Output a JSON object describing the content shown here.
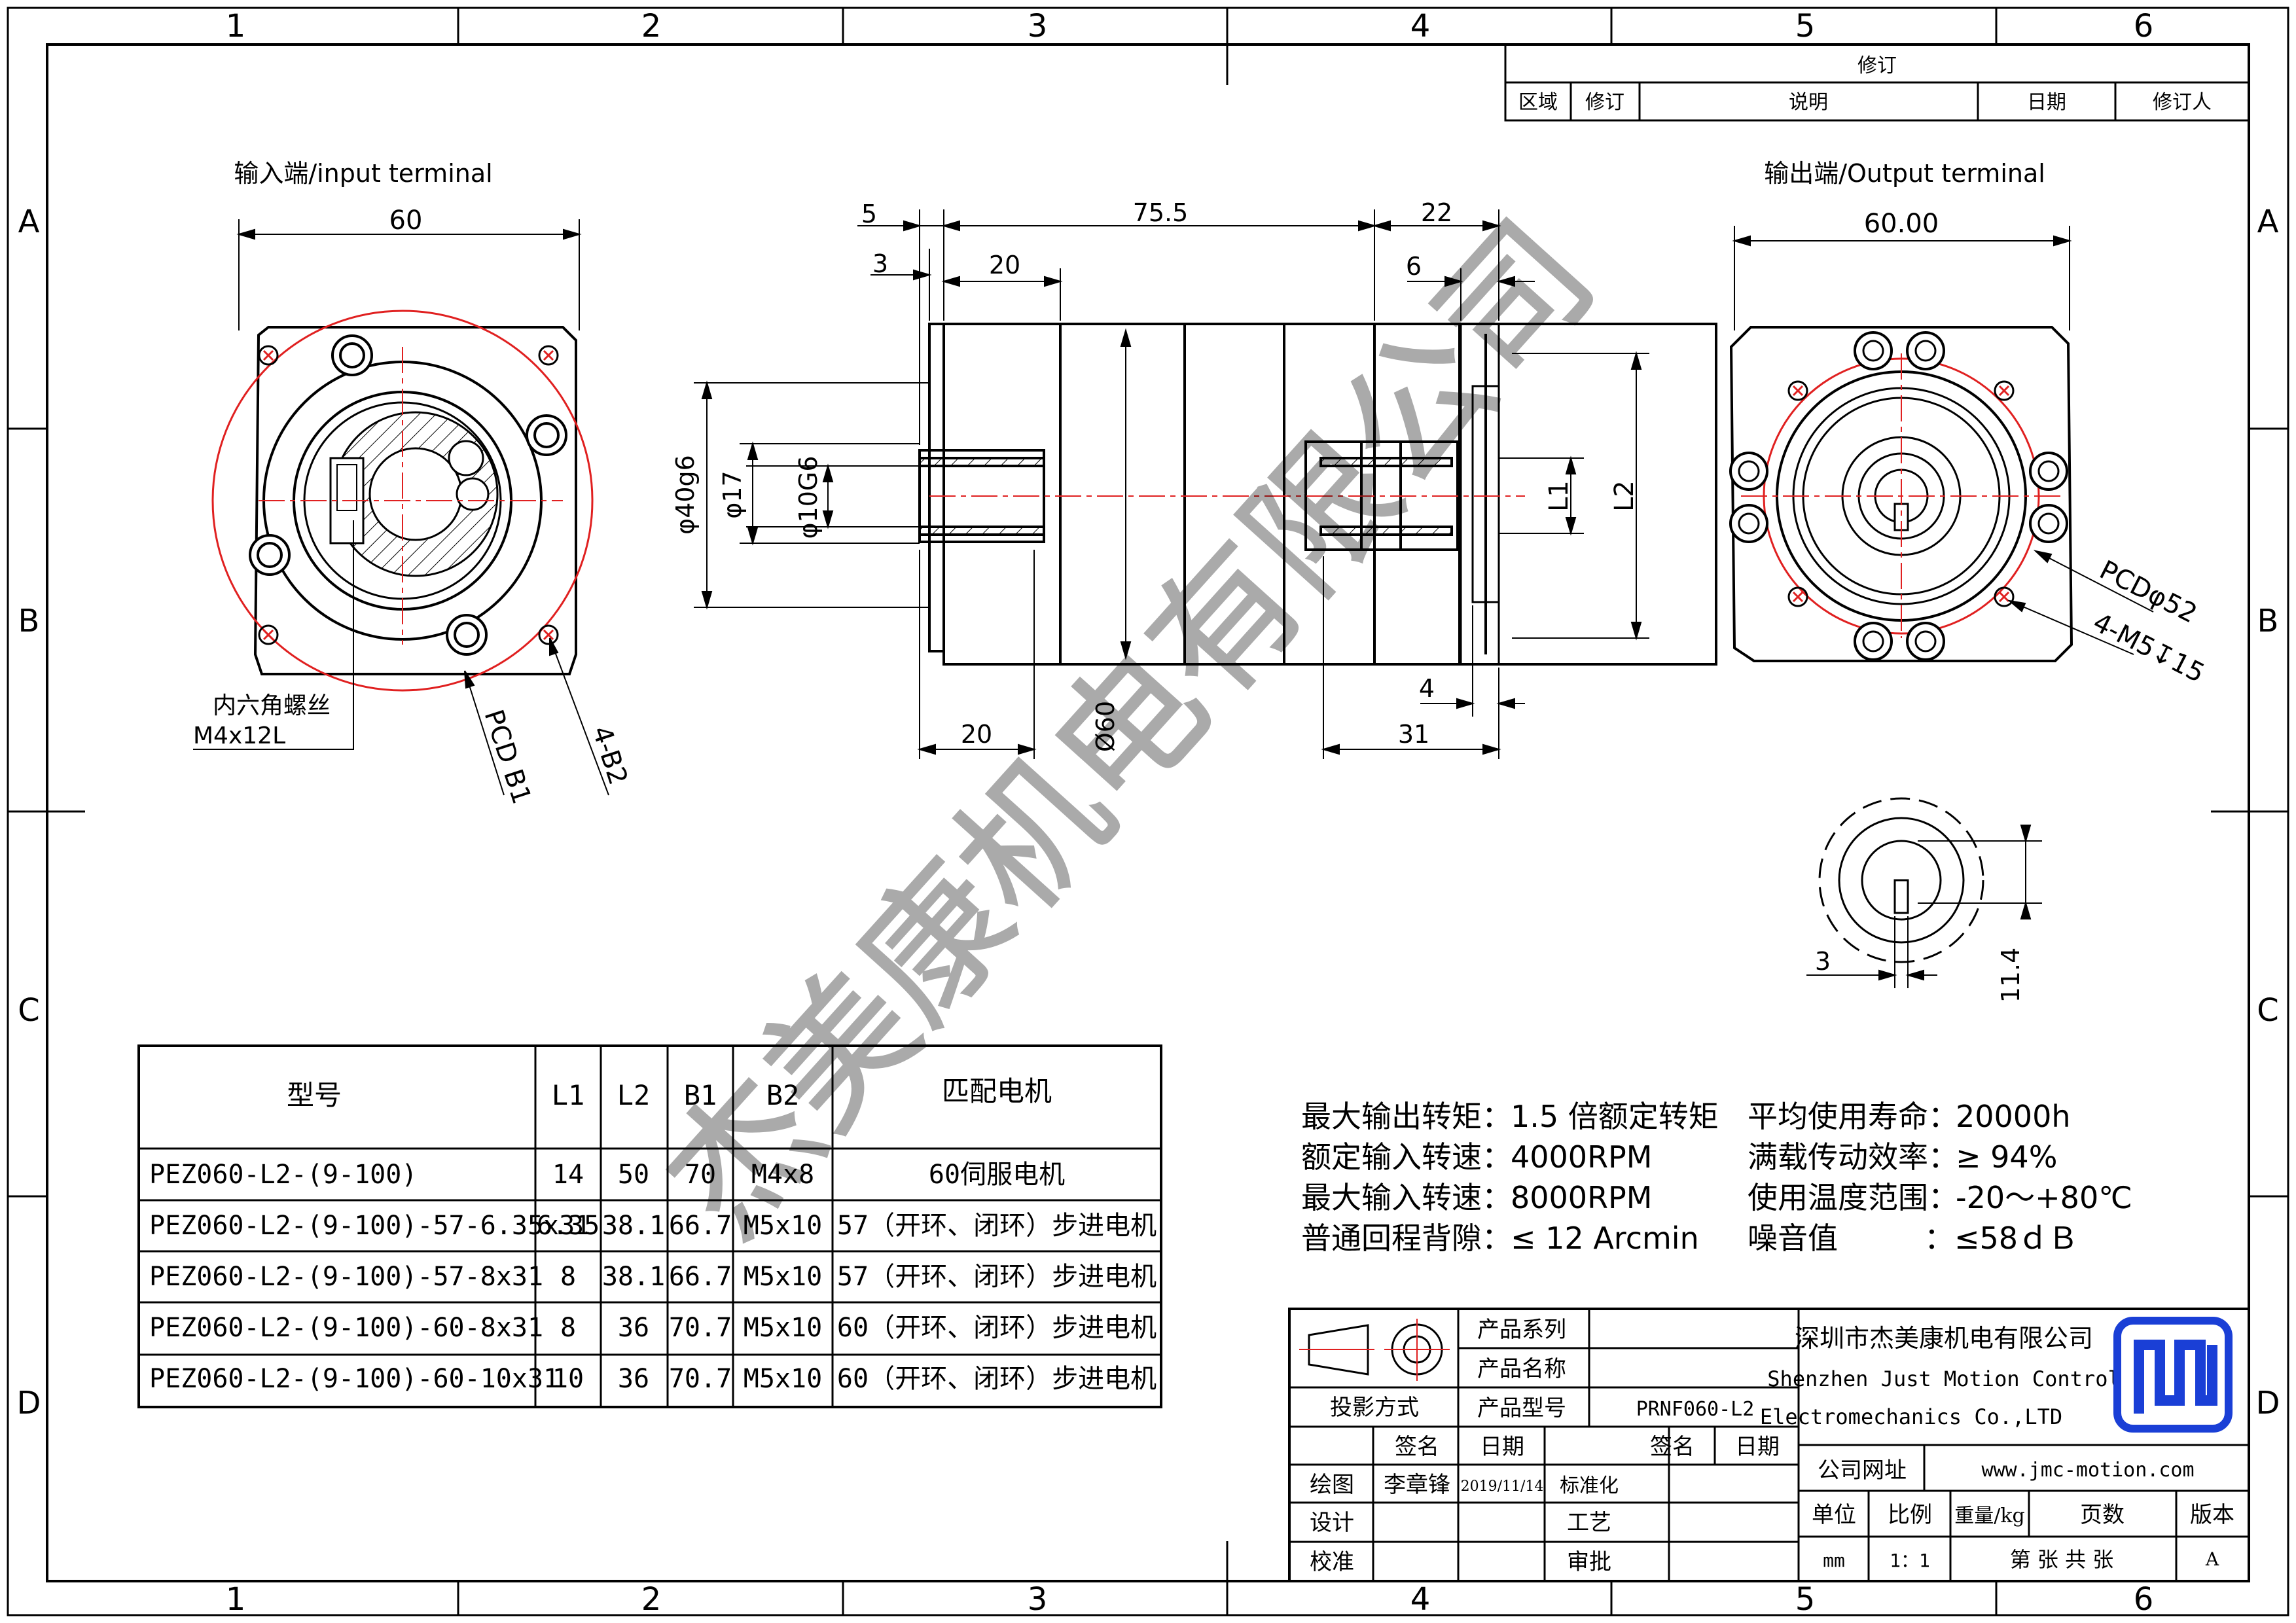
{
  "frame": {
    "cols": [
      "1",
      "2",
      "3",
      "4",
      "5",
      "6"
    ],
    "rows": [
      "A",
      "B",
      "C",
      "D"
    ]
  },
  "revision": {
    "title": "修订",
    "headers": [
      "区域",
      "修订",
      "说明",
      "日期",
      "修订人"
    ]
  },
  "watermark": "杰美康机电有限公司",
  "views": {
    "input": {
      "title": "输入端/input terminal",
      "width": "60",
      "screw_line1": "内六角螺丝",
      "screw_line2": "M4x12L",
      "pcd": "PCD B1",
      "holes": "4-B2"
    },
    "side": {
      "d_top_5": "5",
      "d_top_755": "75.5",
      "d_top_22": "22",
      "d_3": "3",
      "d_20_top": "20",
      "d_6": "6",
      "d_phi40": "φ40g6",
      "d_phi17": "φ17",
      "d_phi10": "φ10G6",
      "d_L1": "L1",
      "d_L2": "L2",
      "d_phi60": "Ø60",
      "d_4": "4",
      "d_20_bot": "20",
      "d_31": "31"
    },
    "output": {
      "title": "输出端/Output terminal",
      "width": "60.00",
      "pcd": "PCDφ52",
      "holes": "4-M5↧15"
    },
    "detail": {
      "d_3": "3",
      "d_114": "11.4"
    }
  },
  "table": {
    "headers": [
      "型号",
      "L1",
      "L2",
      "B1",
      "B2",
      "匹配电机"
    ],
    "rows": [
      [
        "PEZ060-L2-(9-100)",
        "14",
        "50",
        "70",
        "M4x8",
        "60伺服电机"
      ],
      [
        "PEZ060-L2-(9-100)-57-6.35x31",
        "6.35",
        "38.1",
        "66.7",
        "M5x10",
        "57（开环、闭环）步进电机"
      ],
      [
        "PEZ060-L2-(9-100)-57-8x31",
        "8",
        "38.1",
        "66.7",
        "M5x10",
        "57（开环、闭环）步进电机"
      ],
      [
        "PEZ060-L2-(9-100)-60-8x31",
        "8",
        "36",
        "70.7",
        "M5x10",
        "60（开环、闭环）步进电机"
      ],
      [
        "PEZ060-L2-(9-100)-60-10x31",
        "10",
        "36",
        "70.7",
        "M5x10",
        "60（开环、闭环）步进电机"
      ]
    ]
  },
  "specs": {
    "left": [
      [
        "最大输出转矩：",
        "1.5 倍额定转矩"
      ],
      [
        "额定输入转速：",
        "4000RPM"
      ],
      [
        "最大输入转速：",
        "8000RPM"
      ],
      [
        "普通回程背隙：",
        "≤ 12 Arcmin"
      ]
    ],
    "right": [
      [
        "平均使用寿命：",
        "20000h"
      ],
      [
        "满载传动效率：",
        "≥   94%"
      ],
      [
        "使用温度范围：",
        "-20～+80℃"
      ],
      [
        "噪音值",
        "：≤58ｄＢ"
      ]
    ]
  },
  "titleblock": {
    "projection": "投影方式",
    "series_label": "产品系列",
    "name_label": "产品名称",
    "model_label": "产品型号",
    "model_value": "PRNF060-L2",
    "sign": "签名",
    "date": "日期",
    "sign2": "签名",
    "date2": "日期",
    "draw": "绘图",
    "drawer": "李章锋",
    "draw_date": "2019/11/14",
    "design": "设计",
    "check": "校准",
    "standard": "标准化",
    "process": "工艺",
    "approve": "审批",
    "company_cn": "深圳市杰美康机电有限公司",
    "company_en1": "Shenzhen Just Motion Control",
    "company_en2": "Electromechanics Co.,LTD",
    "url_label": "公司网址",
    "url": "www.jmc-motion.com",
    "unit_label": "单位",
    "scale_label": "比例",
    "weight_label": "重量/kg",
    "pages_label": "页数",
    "version_label": "版本",
    "unit": "mm",
    "scale": "1：1",
    "pages": "第 张 共 张",
    "version": "A",
    "logo_color": "#1a3fd6"
  }
}
